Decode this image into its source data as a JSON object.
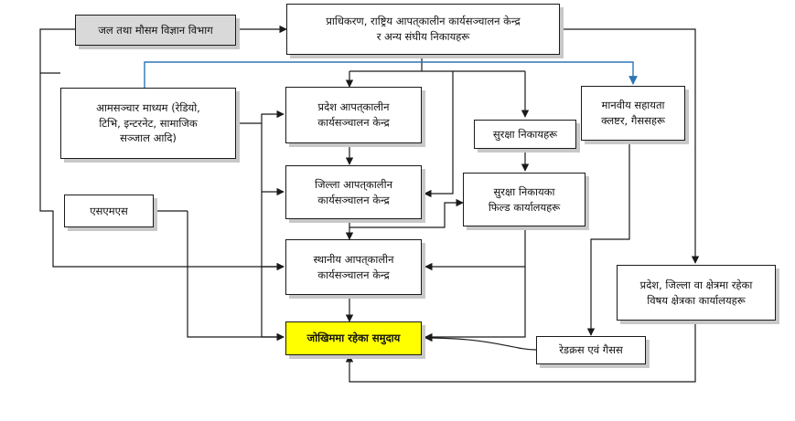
{
  "nodes": {
    "weather": "जल तथा मौसम विज्ञान विभाग",
    "authority": "प्राधिकरण, राष्ट्रिय आपत्‌कालीन कार्यसञ्चालन केन्द्र\nर अन्य संघीय निकायहरू",
    "media": "आमसञ्चार माध्यम (रेडियो,\nटिभि, इन्टरनेट, सामाजिक\nसञ्जाल आदि)",
    "province_eoc": "प्रदेश आपत्‌कालीन\nकार्यसञ्चालन केन्द्र",
    "security": "सुरक्षा निकायहरू",
    "humanitarian": "मानवीय सहायता\nक्लष्टर, गैससहरू",
    "district_eoc": "जिल्ला आपत्‌कालीन\nकार्यसञ्चालन केन्द्र",
    "security_field": "सुरक्षा निकायका\nफिल्ड कार्यालयहरू",
    "sms": "एसएमएस",
    "local_eoc": "स्थानीय आपत्‌कालीन\nकार्यसञ्चालन केन्द्र",
    "sector_offices": "प्रदेश, जिल्ला वा क्षेत्रमा रहेका\nविषय क्षेत्रका कार्यालयहरू",
    "community": "जोखिममा रहेका समुदाय",
    "redcross": "रेडक्रस एवं गैसस"
  },
  "colors": {
    "line": "#1a1a1a",
    "blue_link": "#2e75b6",
    "community_fill": "#ffff00",
    "weather_fill": "#d9d9d9"
  }
}
